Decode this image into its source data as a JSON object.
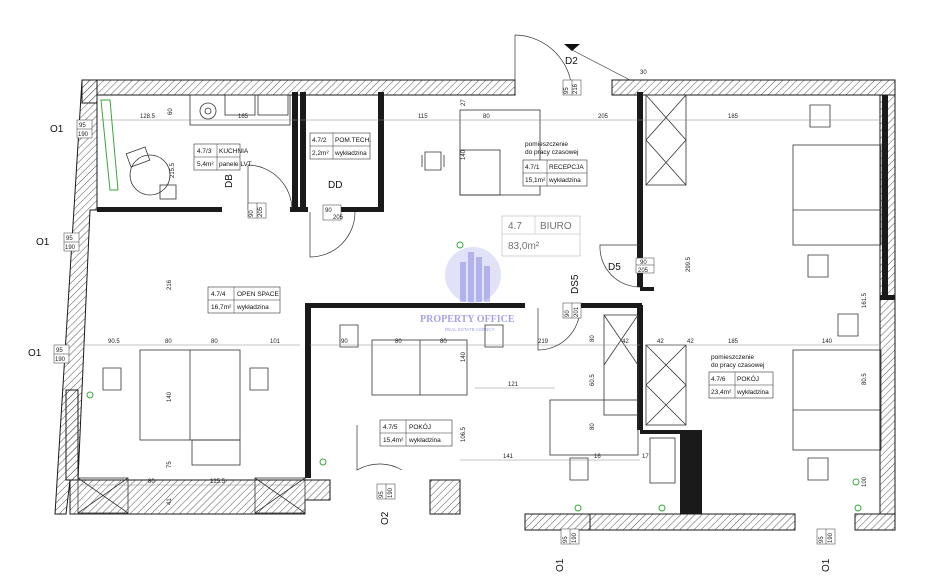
{
  "rooms": [
    {
      "id": "kuchnia",
      "code": "4.7/3",
      "name": "KUCHNIA",
      "area": "5,4m²",
      "floor": "panele LVT"
    },
    {
      "id": "pomtech",
      "code": "4.7/2",
      "name": "POM.TECH.",
      "area": "2,2m²",
      "floor": "wykładzina"
    },
    {
      "id": "recepcja",
      "note": "pomieszczenie do pracy czasowej",
      "note_l1": "pomieszczenie",
      "note_l2": "do pracy czasowej",
      "code": "4.7/1",
      "name": "RECEPCJA",
      "area": "15,1m²",
      "floor": "wykładzina"
    },
    {
      "id": "biuro",
      "code": "4.7",
      "name": "BIURO",
      "area": "83,0m²"
    },
    {
      "id": "openspace",
      "code": "4.7/4",
      "name": "OPEN SPACE",
      "area": "16,7m²",
      "floor": "wykładzina"
    },
    {
      "id": "pokoj5",
      "code": "4.7/5",
      "name": "POKÓJ",
      "area": "15,4m²",
      "floor": "wykładzina"
    },
    {
      "id": "pokoj6",
      "note": "pomieszczenie do pracy czasowej",
      "code": "4.7/6",
      "name": "POKÓJ",
      "area": "23,4m²",
      "floor": "wykładzina"
    }
  ],
  "door_tags": {
    "d2": "D2",
    "db": "DB",
    "dd": "DD",
    "d5": "D5",
    "ds5": "DS5",
    "o2": "O2"
  },
  "window_tags": [
    "O1",
    "O1",
    "O1",
    "O1",
    "O1"
  ],
  "opening_sizes": {
    "d2": [
      "95",
      "216"
    ],
    "db": [
      "90",
      "205"
    ],
    "dd": [
      "90",
      "205"
    ],
    "d5": [
      "90",
      "205"
    ],
    "ds5": [
      "90",
      "201"
    ],
    "o1a": [
      "95",
      "190"
    ],
    "o1b": [
      "95",
      "190"
    ],
    "o1c": [
      "95",
      "190"
    ],
    "o2": [
      "95",
      "190"
    ],
    "o1d": [
      "95",
      "190"
    ],
    "o1e": [
      "95",
      "190"
    ]
  },
  "dimensions": {
    "k_top": "128.5",
    "k_sink": "165",
    "k_60": "60",
    "k_215": "215.5",
    "rec_115": "115",
    "rec_80": "80",
    "rec_205": "205",
    "rec_27": "27",
    "rec_140": "140",
    "rec_185": "185",
    "d2_30": "30",
    "os_216": "216",
    "os_905": "90.5",
    "os_80a": "80",
    "os_80b": "80",
    "os_101": "101",
    "os_140": "140",
    "os_75": "75",
    "os_80c": "80",
    "os_1255": "125.5",
    "os_41": "41",
    "p5_80": "80",
    "p5_80b": "80",
    "p5_90": "90",
    "p5_219": "219",
    "p5_140": "140",
    "p5_121": "121",
    "p5_605": "60.5",
    "p5_1065": "106.5",
    "p5_141": "141",
    "p5_16": "16",
    "p5_17": "17",
    "p5_80c": "80",
    "p5_80d": "80",
    "p5_42": "42",
    "p6_185": "185",
    "p6_42": "42",
    "p6_140": "140",
    "p6_805": "80.5",
    "p6_100": "100",
    "p6_1615": "161.5",
    "p6_2995": "299.5",
    "p6_42b": "42"
  },
  "watermark": {
    "brand": "PROPERTY OFFICE",
    "sub": "REAL ESTATE AGENCY"
  },
  "colors": {
    "wall": "#1a1a1a",
    "line": "#333333",
    "green": "#3aa63a",
    "watermark": "#5b5bd6",
    "hatch": "#555555"
  }
}
